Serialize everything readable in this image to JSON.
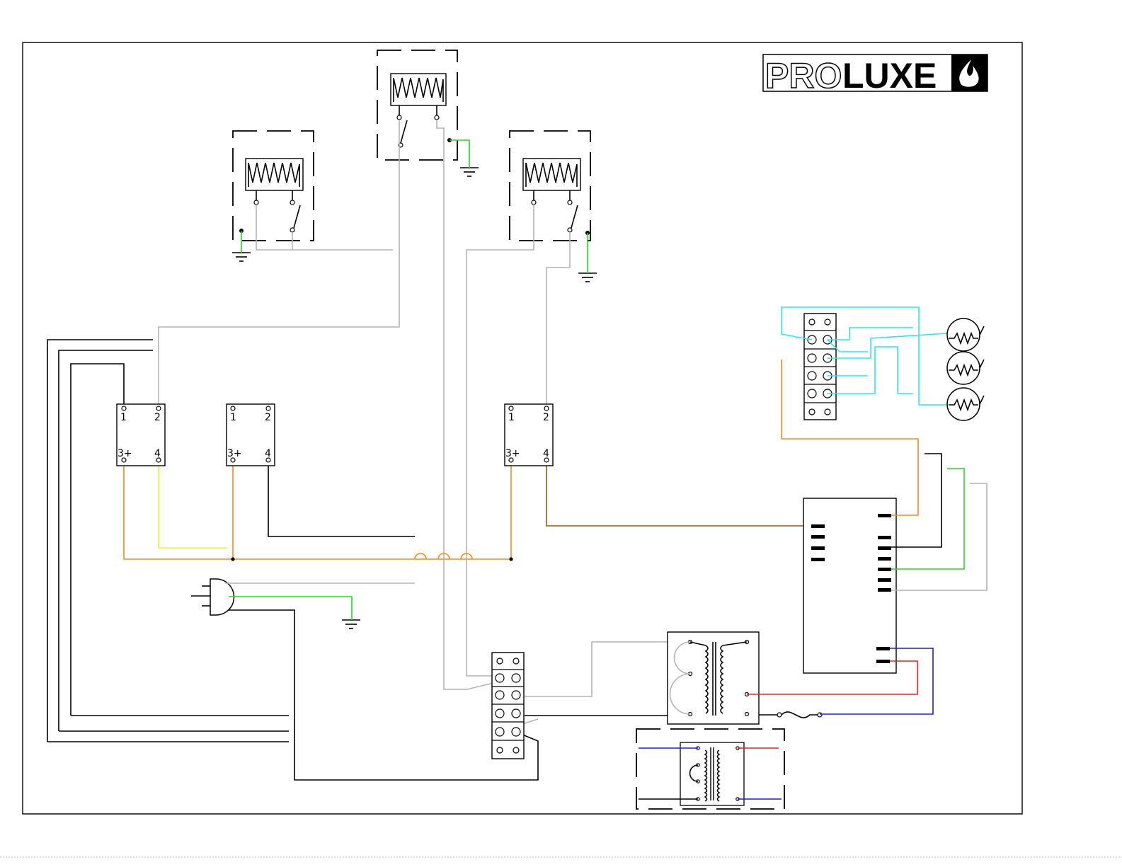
{
  "logo": {
    "brand_light": "PRO",
    "brand_bold": "LUXE"
  },
  "relays": [
    {
      "id": "relay-1",
      "terminals": [
        "1",
        "2",
        "3+",
        "4"
      ]
    },
    {
      "id": "relay-2",
      "terminals": [
        "1",
        "2",
        "3+",
        "4"
      ]
    },
    {
      "id": "relay-3",
      "terminals": [
        "1",
        "2",
        "3+",
        "4"
      ]
    }
  ],
  "wire_colors": {
    "black": "#000000",
    "gray": "#b4b4b4",
    "orange": "#ef8b1f",
    "yellow": "#f2f22a",
    "green": "#2ad42a",
    "cyan": "#2ee6ef",
    "brown": "#9a5710",
    "red": "#e0262b",
    "blue": "#1f1fd6"
  }
}
